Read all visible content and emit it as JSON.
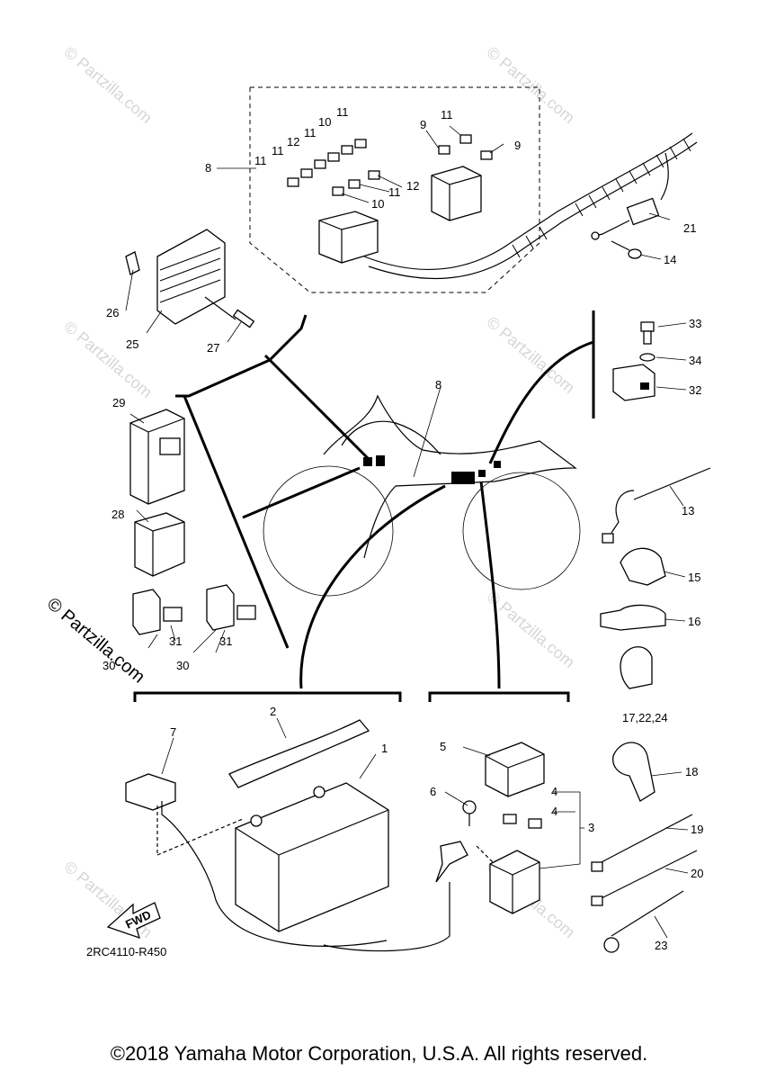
{
  "diagram": {
    "code": "2RC4110-R450",
    "copyright": "©2018 Yamaha Motor Corporation, U.S.A. All rights reserved.",
    "partzilla_mark": "© Partzilla.com",
    "watermark": "© Partzilla.com",
    "fwd_label": "FWD",
    "callouts": {
      "c1": "1",
      "c2": "2",
      "c3": "3",
      "c4a": "4",
      "c4b": "4",
      "c5": "5",
      "c6": "6",
      "c7": "7",
      "c8a": "8",
      "c8b": "8",
      "c9a": "9",
      "c9b": "9",
      "c10a": "10",
      "c10b": "10",
      "c11a": "11",
      "c11b": "11",
      "c11c": "11",
      "c11d": "11",
      "c11e": "11",
      "c11f": "11",
      "c12a": "12",
      "c12b": "12",
      "c13": "13",
      "c14": "14",
      "c15": "15",
      "c16": "16",
      "c17": "17,22,24",
      "c18": "18",
      "c19": "19",
      "c20": "20",
      "c21": "21",
      "c23": "23",
      "c25": "25",
      "c26": "26",
      "c27": "27",
      "c28": "28",
      "c29": "29",
      "c30a": "30",
      "c30b": "30",
      "c31a": "31",
      "c31b": "31",
      "c32": "32",
      "c33": "33",
      "c34": "34"
    }
  }
}
